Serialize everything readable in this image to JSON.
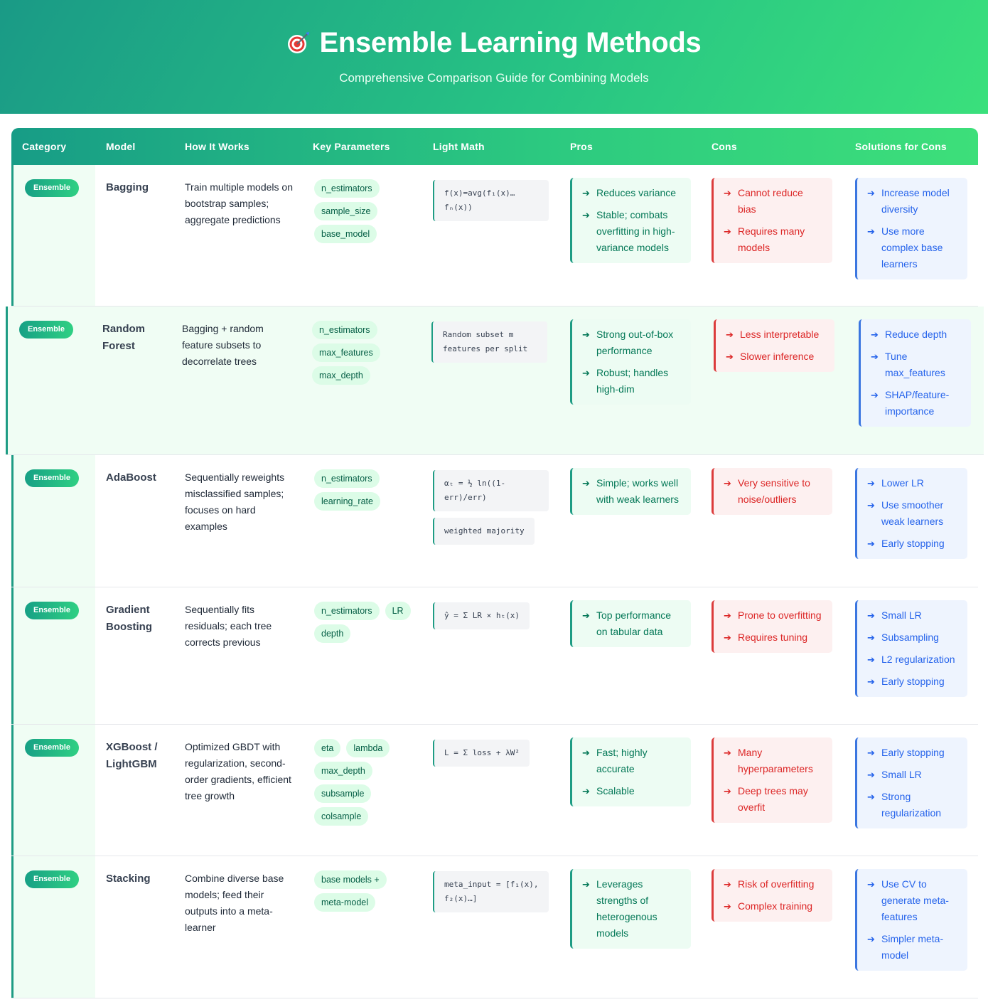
{
  "header": {
    "title": "Ensemble Learning Methods",
    "subtitle": "Comprehensive Comparison Guide for Combining Models",
    "icon": "target-icon"
  },
  "columns": [
    "Category",
    "Model",
    "How It Works",
    "Key Parameters",
    "Light Math",
    "Pros",
    "Cons",
    "Solutions for Cons"
  ],
  "colors": {
    "accent": "#1e9c84",
    "pros": "#047857",
    "cons": "#dc2626",
    "solutions": "#2563eb",
    "chip_bg": "#dcfce7"
  },
  "rows": [
    {
      "category": "Ensemble",
      "model": "Bagging",
      "how": "Train multiple models on bootstrap samples; aggregate predictions",
      "params": [
        "n_estimators",
        "sample_size",
        "base_model"
      ],
      "math": [
        "f(x)=avg(f₁(x)… fₙ(x))"
      ],
      "pros": [
        "Reduces variance",
        "Stable; combats overfitting in high-variance models"
      ],
      "cons": [
        "Cannot reduce bias",
        "Requires many models"
      ],
      "solutions": [
        "Increase model diversity",
        "Use more complex base learners"
      ]
    },
    {
      "category": "Ensemble",
      "model": "Random Forest",
      "how": "Bagging + random feature subsets to decorrelate trees",
      "params": [
        "n_estimators",
        "max_features",
        "max_depth"
      ],
      "math": [
        "Random subset m features per split"
      ],
      "pros": [
        "Strong out-of-box performance",
        "Robust; handles high-dim"
      ],
      "cons": [
        "Less interpretable",
        "Slower inference"
      ],
      "solutions": [
        "Reduce depth",
        "Tune max_features",
        "SHAP/feature-importance"
      ]
    },
    {
      "category": "Ensemble",
      "model": "AdaBoost",
      "how": "Sequentially reweights misclassified samples; focuses on hard examples",
      "params": [
        "n_estimators",
        "learning_rate"
      ],
      "math": [
        "αₜ = ½ ln((1-err)/err)",
        "weighted majority"
      ],
      "pros": [
        "Simple; works well with weak learners"
      ],
      "cons": [
        "Very sensitive to noise/outliers"
      ],
      "solutions": [
        "Lower LR",
        "Use smoother weak learners",
        "Early stopping"
      ]
    },
    {
      "category": "Ensemble",
      "model": "Gradient Boosting",
      "how": "Sequentially fits residuals; each tree corrects previous",
      "params": [
        "n_estimators",
        "LR",
        "depth"
      ],
      "math": [
        "ŷ = Σ LR × hₜ(x)"
      ],
      "pros": [
        "Top performance on tabular data"
      ],
      "cons": [
        "Prone to overfitting",
        "Requires tuning"
      ],
      "solutions": [
        "Small LR",
        "Subsampling",
        "L2 regularization",
        "Early stopping"
      ]
    },
    {
      "category": "Ensemble",
      "model": "XGBoost / LightGBM",
      "how": "Optimized GBDT with regularization, second-order gradients, efficient tree growth",
      "params": [
        "eta",
        "lambda",
        "max_depth",
        "subsample",
        "colsample"
      ],
      "math": [
        "L = Σ loss + λW²"
      ],
      "pros": [
        "Fast; highly accurate",
        "Scalable"
      ],
      "cons": [
        "Many hyperparameters",
        "Deep trees may overfit"
      ],
      "solutions": [
        "Early stopping",
        "Small LR",
        "Strong regularization"
      ]
    },
    {
      "category": "Ensemble",
      "model": "Stacking",
      "how": "Combine diverse base models; feed their outputs into a meta-learner",
      "params": [
        "base models +",
        "meta-model"
      ],
      "math": [
        "meta_input = [f₁(x), f₂(x)…]"
      ],
      "pros": [
        "Leverages strengths of heterogenous models"
      ],
      "cons": [
        "Risk of overfitting",
        "Complex training"
      ],
      "solutions": [
        "Use CV to generate meta-features",
        "Simpler meta-model"
      ]
    }
  ]
}
